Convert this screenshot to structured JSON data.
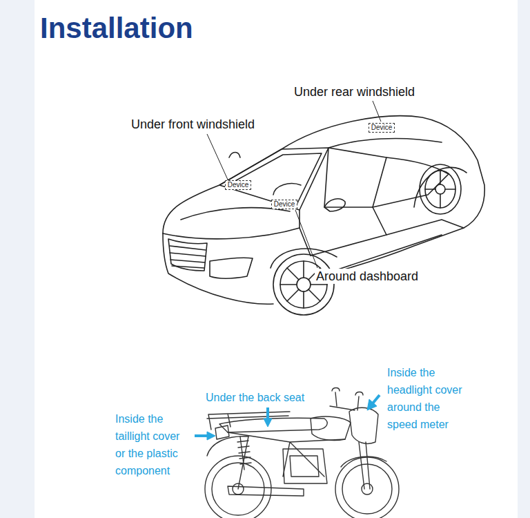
{
  "diagram": {
    "title": "Installation",
    "nodes": [
      {
        "text": [
          "Device"
        ]
      },
      {
        "text": [
          "Device"
        ]
      },
      {
        "text": [
          "Device"
        ]
      }
    ],
    "labels": [
      "Under rear windshield",
      "Under front windshield",
      "Around dashboard",
      "Under the back seat",
      "Inside the headlight cover around the speed meter",
      "Inside the taillight cover or the plastic component"
    ]
  }
}
